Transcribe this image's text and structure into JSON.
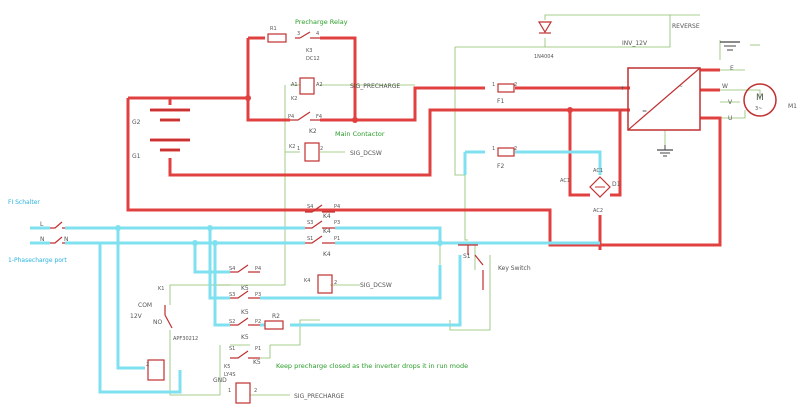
{
  "title": "Precharge Relay",
  "labels": {
    "main_contactor": "Main Contactor",
    "reverse": "REVERSE",
    "inv_12v": "INV_12V",
    "sig_precharge_top": "SIG_PRECHARGE",
    "sig_dcsw_k2": "SIG_DCSW",
    "sig_dcsw_k4": "SIG_DCSW",
    "sig_precharge_bottom": "SIG_PRECHARGE",
    "fi_schalter": "FI Schalter",
    "single_phase": "1-Phasecharge port",
    "key_switch": "Key Switch",
    "note": "Keep precharge closed as the inverter drops it in run mode",
    "com": "COM",
    "v12": "12V",
    "no": "NO",
    "gnd": "GND",
    "g1": "G1",
    "g2": "G2",
    "f1": "F1",
    "f2": "F2",
    "m1": "M1",
    "k1": "K1",
    "k2": "K2",
    "k3": "K3",
    "k4": "K4",
    "k5": "K5",
    "s1": "S1",
    "r1": "R1",
    "r2": "R2",
    "ac1": "AC1",
    "d1": "D1",
    "diode": "1N4004",
    "apf": "APF30212",
    "l": "L",
    "n": "N",
    "plus": "+",
    "minus": "-",
    "u": "U",
    "v": "V",
    "w": "W",
    "e": "E",
    "motor": "M",
    "motor_phase": "3~",
    "tilde": "~",
    "dc_sym": "=",
    "ac_1": "AC1",
    "ac_2": "AC2",
    "pin_a1": "A1",
    "pin_a2": "A2",
    "pin_p4": "P4",
    "pin_f4": "F4",
    "pin_s4": "S4",
    "pin_s3": "S3",
    "pin_p3": "P3",
    "pin_s1": "S1",
    "pin_p1": "P1",
    "pin_s2": "S2",
    "pin_p2": "P2",
    "pin_1": "1",
    "pin_2": "2",
    "pin_3": "3",
    "pin_4": "4",
    "k3_part": "K3",
    "k3_sub": "DC12",
    "k5_type": "LY4S",
    "k5_prefix": "K5"
  }
}
